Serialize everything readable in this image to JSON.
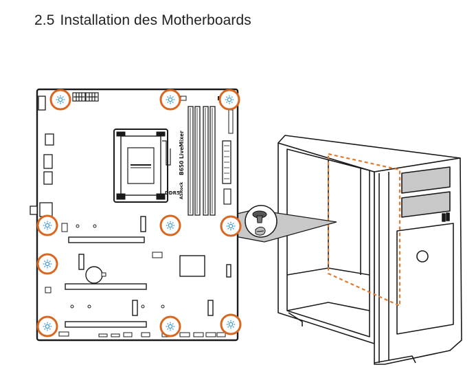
{
  "section": {
    "number": "2.5",
    "title": "Installation des Motherboards"
  },
  "board": {
    "model_label": "B650 LiveMixer",
    "brand_label": "ASRock",
    "memory_label": "DDR5"
  },
  "colors": {
    "screw_ring": "#d9671f",
    "standoff": "#2b8fd6",
    "guide_line": "#e07a2e",
    "outline": "#1a1a1a",
    "callout_fill": "#c8c8c8"
  },
  "icons": {
    "standoff": "standoff-icon",
    "screw": "screw-icon"
  }
}
